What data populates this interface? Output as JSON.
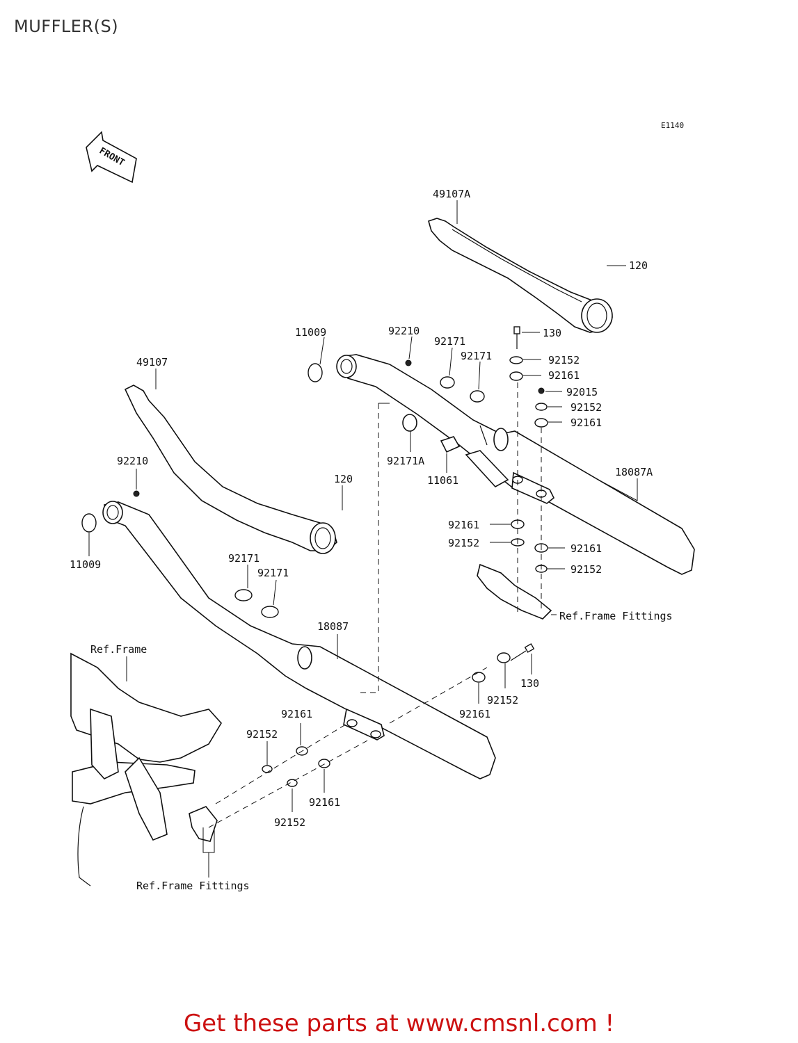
{
  "title": "MUFFLER(S)",
  "diagram_code": "E1140",
  "front_label": "FRONT",
  "callouts": {
    "c49107A": "49107A",
    "c120_top": "120",
    "c11009_top": "11009",
    "c92210_top": "92210",
    "c92171_a": "92171",
    "c92171_b": "92171",
    "c130_top": "130",
    "c92152_1": "92152",
    "c92161_1": "92161",
    "c92015": "92015",
    "c92152_2": "92152",
    "c92161_2": "92161",
    "c49107": "49107",
    "c92171A": "92171A",
    "c11061": "11061",
    "c18087A": "18087A",
    "c92210_left": "92210",
    "c120_mid": "120",
    "c92161_3": "92161",
    "c92152_3": "92152",
    "c92161_4": "92161",
    "c92152_4": "92152",
    "c11009_left": "11009",
    "c92171_c": "92171",
    "c92171_d": "92171",
    "ref_frame_fittings_right": "Ref.Frame Fittings",
    "c18087": "18087",
    "ref_frame": "Ref.Frame",
    "c130_bottom": "130",
    "c92152_5": "92152",
    "c92161_5": "92161",
    "c92161_6": "92161",
    "c92152_6": "92152",
    "c92161_7": "92161",
    "c92152_7": "92152",
    "ref_frame_fittings_bottom": "Ref.Frame Fittings"
  },
  "footer_text": "Get these parts at www.cmsnl.com !",
  "colors": {
    "footer": "#cc1111",
    "line": "#111111",
    "background": "#ffffff"
  }
}
